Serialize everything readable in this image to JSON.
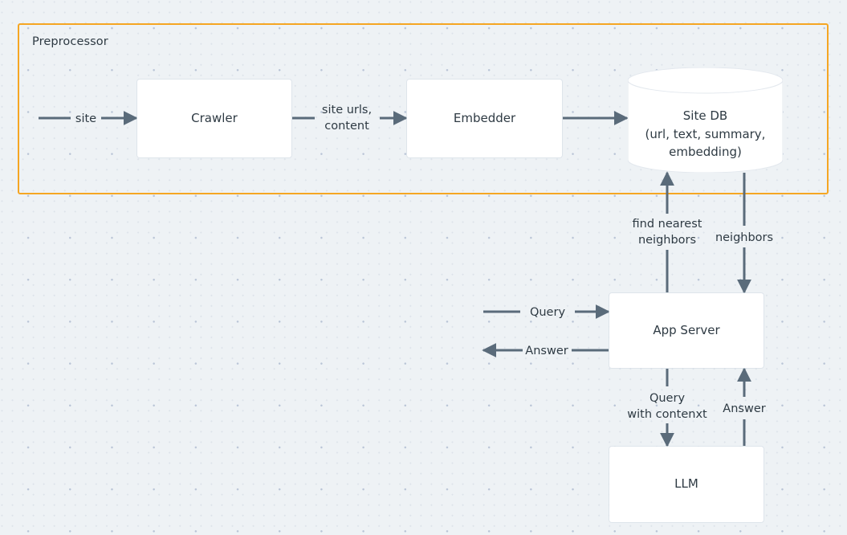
{
  "diagram": {
    "title_group": "Preprocessor",
    "nodes": {
      "crawler": "Crawler",
      "embedder": "Embedder",
      "site_db": "Site DB\n(url, text, summary,\nembedding)",
      "app_server": "App Server",
      "llm": "LLM"
    },
    "edges": {
      "site": "site",
      "site_urls_content": "site urls,\ncontent",
      "find_nearest_neighbors": "find nearest\nneighbors",
      "neighbors": "neighbors",
      "query": "Query",
      "answer": "Answer",
      "query_with_context": "Query\nwith contenxt",
      "answer_from_llm": "Answer"
    },
    "colors": {
      "background": "#eef2f5",
      "group_border": "#f5a623",
      "node_fill": "#ffffff",
      "edge": "#5a6b7a",
      "text": "#2e3a43"
    }
  }
}
